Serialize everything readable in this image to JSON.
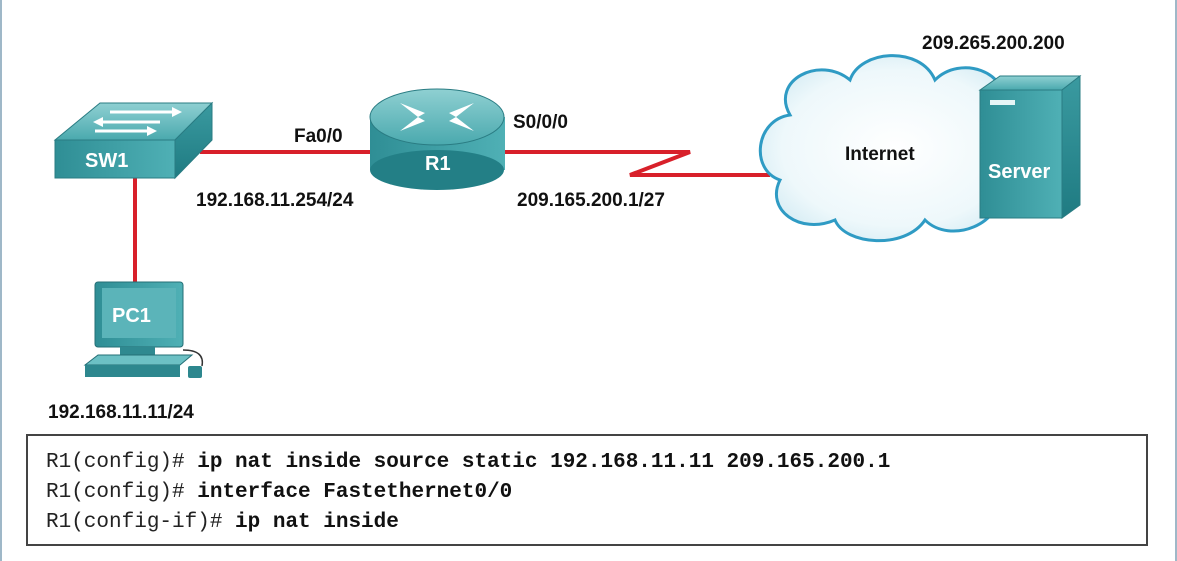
{
  "devices": {
    "switch": {
      "label": "SW1",
      "icon": "switch-icon"
    },
    "router": {
      "label": "R1",
      "icon": "router-icon"
    },
    "pc": {
      "label": "PC1",
      "icon": "pc-icon"
    },
    "server": {
      "label": "Server",
      "icon": "server-icon"
    },
    "cloud": {
      "label": "Internet",
      "icon": "cloud-icon"
    }
  },
  "labels": {
    "r1_fa": "Fa0/0",
    "r1_fa_ip": "192.168.11.254/24",
    "r1_serial": "S0/0/0",
    "r1_serial_ip": "209.165.200.1/27",
    "pc_ip": "192.168.11.11/24",
    "server_ip": "209.265.200.200"
  },
  "cli": [
    {
      "prompt": "R1(config)# ",
      "command": "ip nat inside source static 192.168.11.11 209.165.200.1"
    },
    {
      "prompt": "R1(config)# ",
      "command": "interface Fastethernet0/0"
    },
    {
      "prompt": "R1(config-if)# ",
      "command": "ip nat inside"
    }
  ],
  "colors": {
    "device_teal": "#3c9aa0",
    "link_red": "#d8202a",
    "cloud_stroke": "#2f9bc4"
  }
}
